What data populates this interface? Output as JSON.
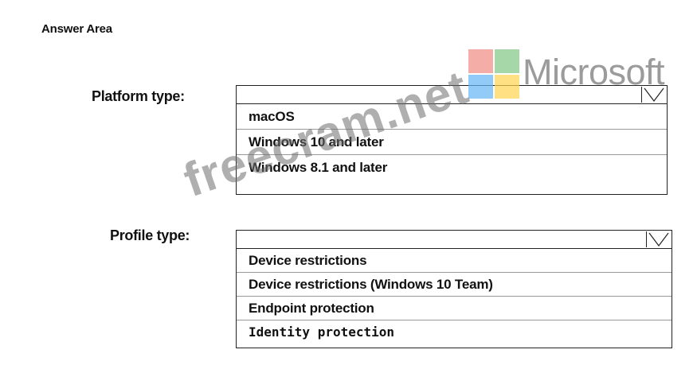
{
  "title": "Answer Area",
  "platform": {
    "label": "Platform type:",
    "options": [
      "macOS",
      "Windows 10 and later",
      "Windows 8.1 and later"
    ]
  },
  "profile": {
    "label": "Profile type:",
    "options": [
      "Device restrictions",
      "Device restrictions (Windows 10 Team)",
      "Endpoint protection",
      "Identity protection"
    ]
  },
  "logo": {
    "wordmark": "Microsoft",
    "colors": [
      "#f28b82",
      "#81c784",
      "#64b5f6",
      "#ffd54f"
    ]
  },
  "watermark": "freecram.net"
}
